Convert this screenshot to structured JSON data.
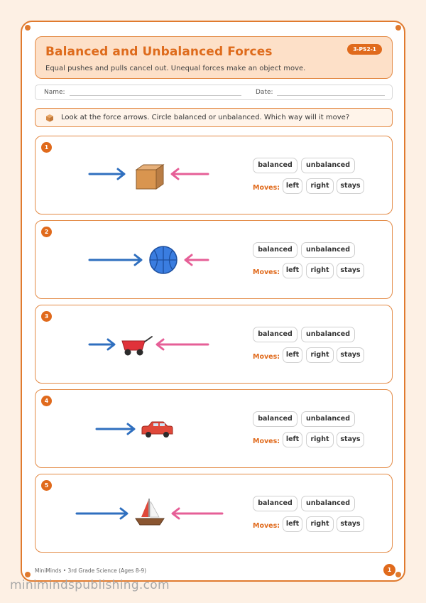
{
  "header": {
    "title": "Balanced and Unbalanced Forces",
    "subtitle": "Equal pushes and pulls cancel out. Unequal forces make an object move.",
    "code": "3-PS2-1"
  },
  "name_bar": {
    "name_label": "Name:",
    "date_label": "Date:"
  },
  "instructions": {
    "icon": "box-icon",
    "text": "Look at the force arrows. Circle balanced or unbalanced. Which way will it move?"
  },
  "options": {
    "balanced": "balanced",
    "unbalanced": "unbalanced",
    "moves_label": "Moves:",
    "left": "left",
    "right": "right",
    "stays": "stays"
  },
  "problems": [
    {
      "number": "1",
      "object": "box-icon"
    },
    {
      "number": "2",
      "object": "ball-icon"
    },
    {
      "number": "3",
      "object": "wagon-icon"
    },
    {
      "number": "4",
      "object": "car-icon"
    },
    {
      "number": "5",
      "object": "sailboat-icon"
    }
  ],
  "colors": {
    "accent": "#e06a1c",
    "push_arrow": "#2f6fbf",
    "pull_arrow": "#e65f97",
    "header_bg": "#fde0c8",
    "page_bg": "#fdf0e4"
  },
  "footer": {
    "text": "MiniMinds • 3rd Grade Science (Ages 8-9)",
    "page_number": "1"
  },
  "watermark": "minimindspublishing.com"
}
